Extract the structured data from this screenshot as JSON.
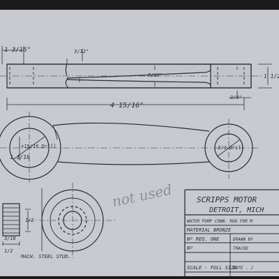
{
  "colors": {
    "paper": "#c9cacf",
    "ink": "#2a2c33",
    "pencil": "#8e8e9a",
    "border": "#1a1a1a"
  },
  "view_top": {
    "dim_left": "1 3/16\"",
    "dim_thickness": "3/32\"",
    "dim_center": "5/16\"",
    "dim_right_height": "1 1/2\"",
    "dim_right_small": "3/8\""
  },
  "view_main": {
    "dim_length": "4 15/16\"",
    "dim_left_bore": "1 1/16",
    "dim_left_drill": "+15/16 Drill",
    "dim_right_drill": "3/4 Drill"
  },
  "stud": {
    "dim_height": "1/2",
    "dim_small": "3/16",
    "dim_bottom": "1/2",
    "label": "MACH. STEEL STUD."
  },
  "annotation": "not used",
  "title_block": {
    "company": "SCRIPPS MOTOR",
    "city": "DETROIT, MICH",
    "part_name": "WATER PUMP CONN. ROD FOR M",
    "material": "MATERIAL  BRONZE",
    "number_required": "Nº REQ.  ONE",
    "drawn_by": "DRAWN BY",
    "number": "Nº",
    "traced": "TRACED",
    "scale": "SCALE - FULL SIZE",
    "date": "DATE - J"
  }
}
